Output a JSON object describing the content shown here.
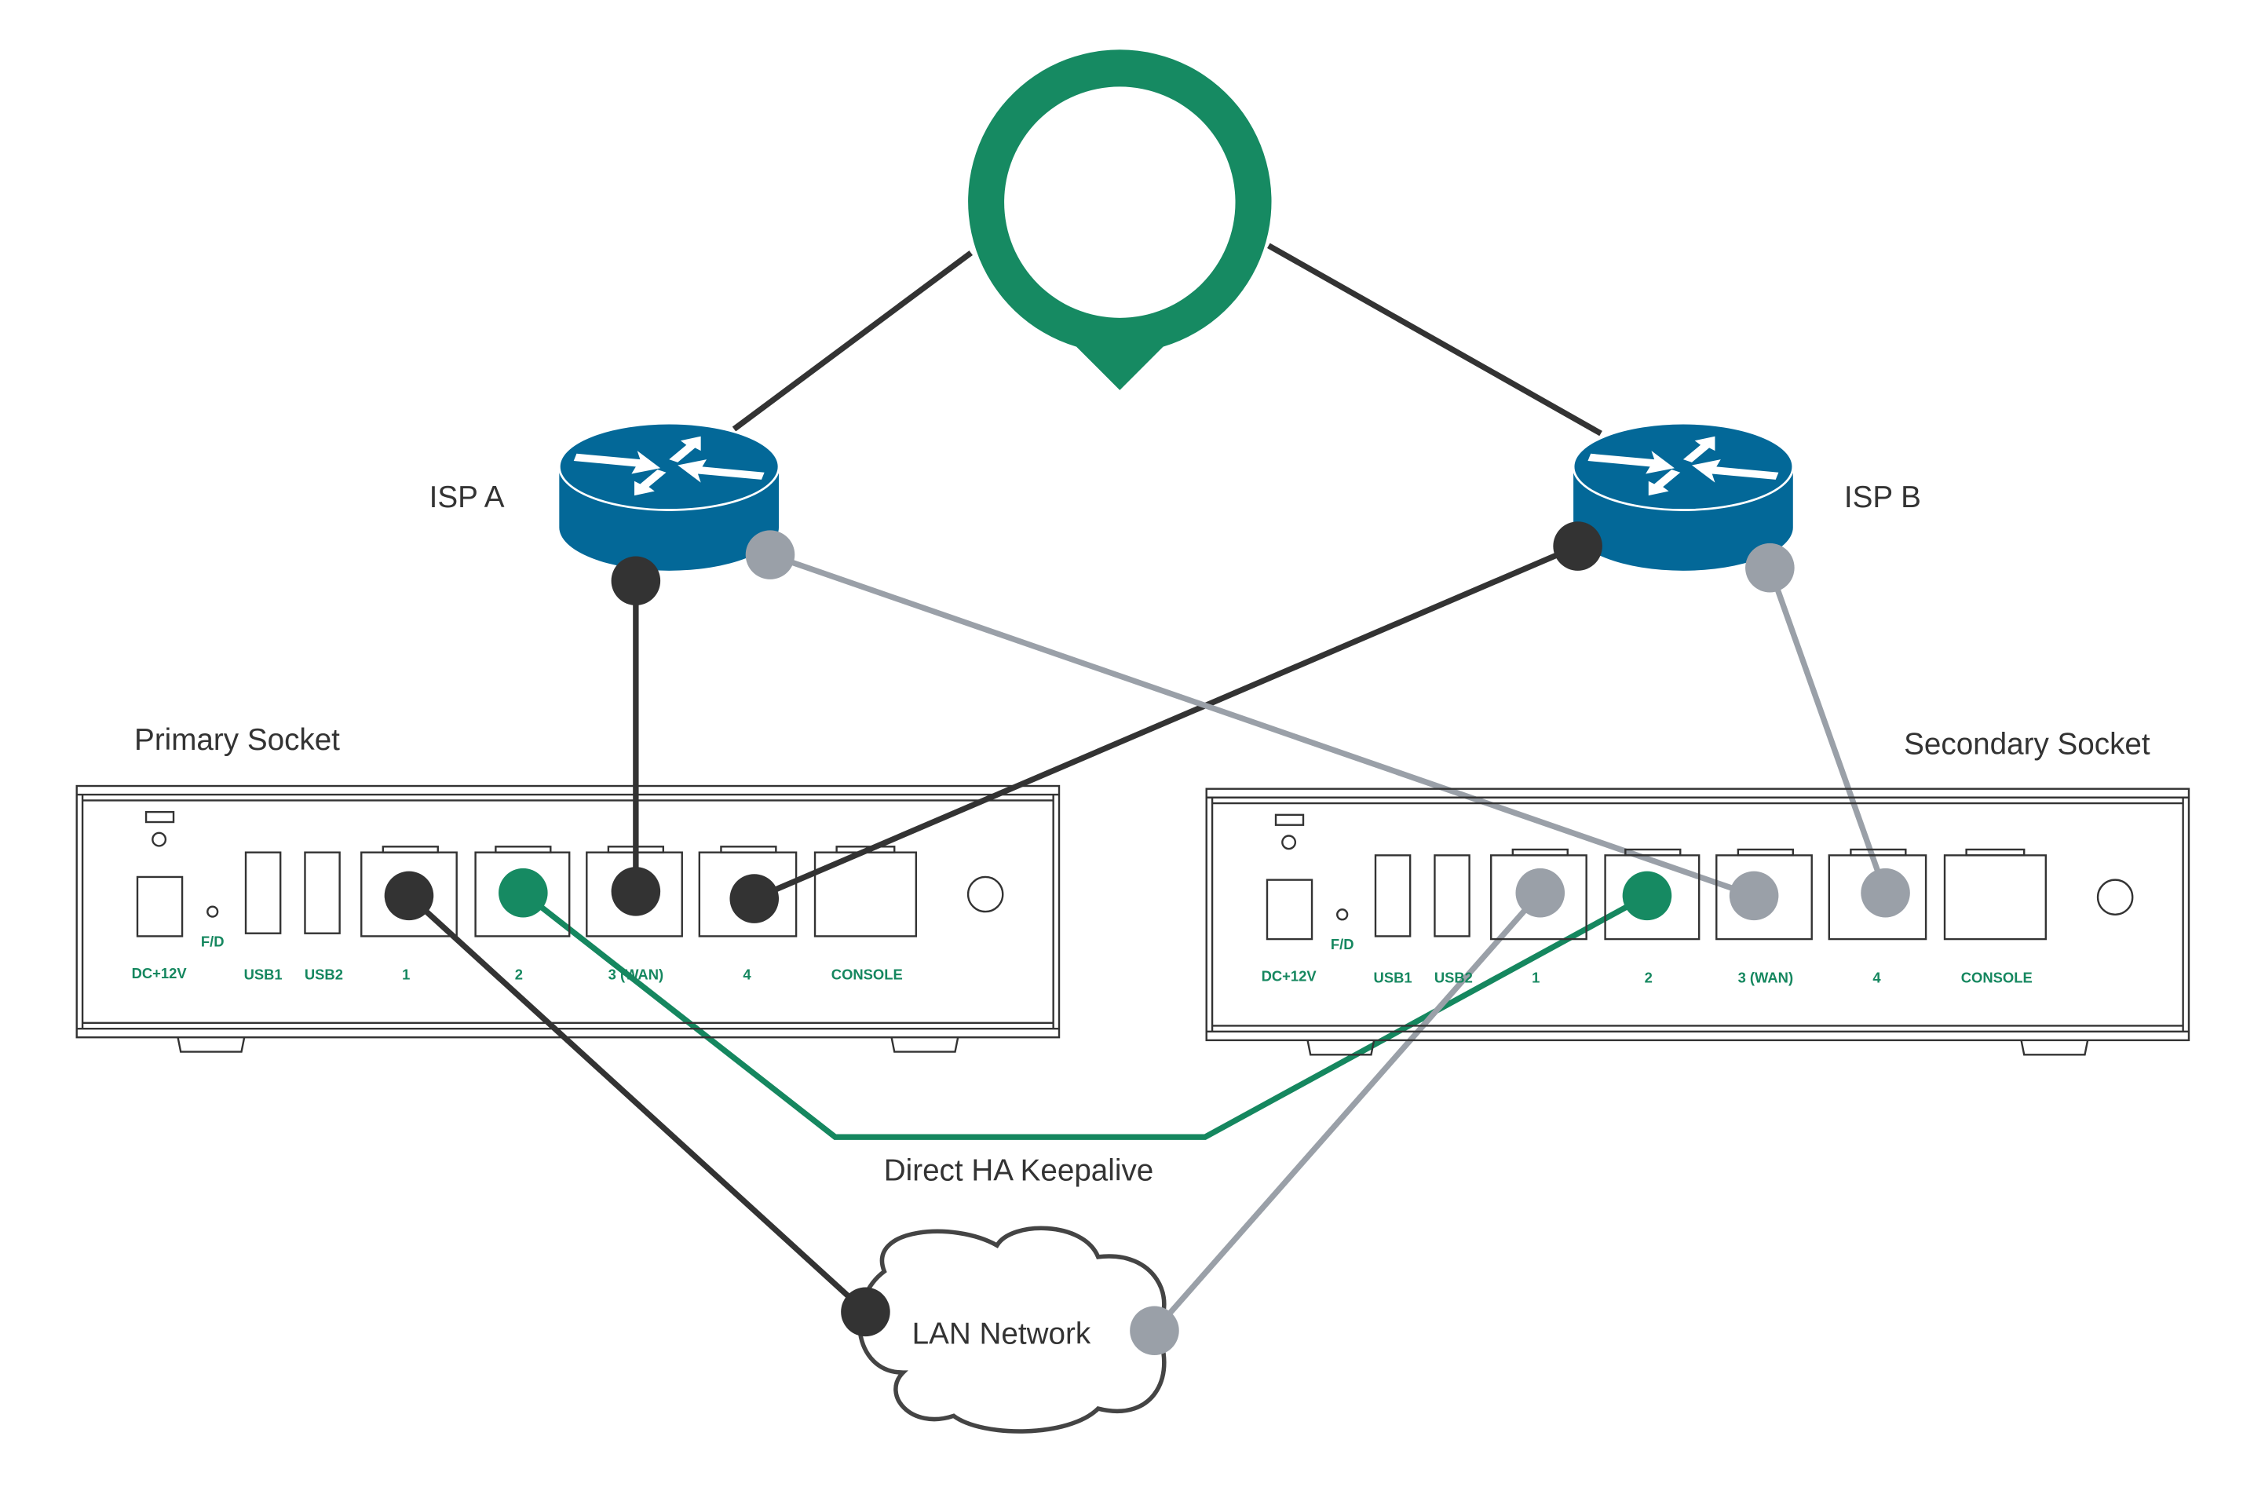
{
  "labels": {
    "isp_a": "ISP A",
    "isp_b": "ISP B",
    "primary": "Primary Socket",
    "secondary": "Secondary Socket",
    "keepalive": "Direct HA Keepalive",
    "lan": "LAN Network"
  },
  "device_ports": {
    "dc": "DC+12V",
    "fd": "F/D",
    "usb1": "USB1",
    "usb2": "USB2",
    "p1": "1",
    "p2": "2",
    "p3": "3 (WAN)",
    "p4": "4",
    "console": "CONSOLE"
  },
  "colors": {
    "pin": "#168a62",
    "router": "#036898",
    "link_dark": "#333333",
    "link_gray": "#9aa0a8",
    "keepalive": "#15875f",
    "port_label": "#15875f"
  }
}
